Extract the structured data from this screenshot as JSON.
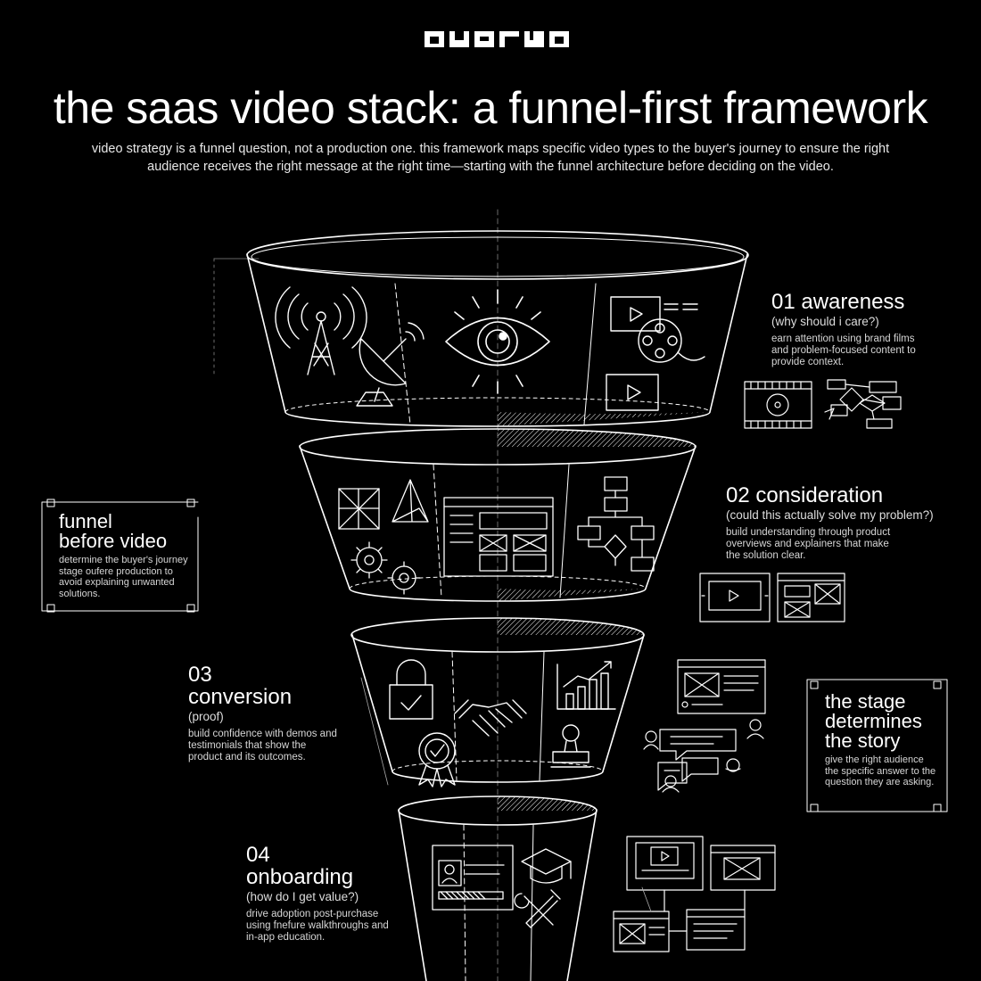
{
  "brand": "quarta",
  "title": "the saas video stack: a funnel-first framework",
  "subtitle": "video strategy is a funnel question, not a production one. this framework maps specific video types to the buyer's journey to ensure the right audience receives the right message at the right time—starting with the funnel architecture before deciding on the video.",
  "stages": [
    {
      "label": "01 awareness",
      "question": "(why should i care?)",
      "description": "earn attention using brand films and problem-focused content to provide context."
    },
    {
      "label": "02 consideration",
      "question": "(could this actually solve my problem?)",
      "description": "build understanding through product overviews and explainers that make the solution clear."
    },
    {
      "number": "03",
      "label": "conversion",
      "question": "(proof)",
      "description": "build confidence with demos and testimonials that show the product and its outcomes."
    },
    {
      "number": "04",
      "label": "onboarding",
      "question": "(how do I get value?)",
      "description": "drive adoption post-purchase using fnefure walkthroughs and in-app education."
    }
  ],
  "callouts": {
    "left": {
      "title_line1": "funnel",
      "title_line2": "before video",
      "body": "determine the buyer's journey stage oufere production to avoid explaining unwanted solutions."
    },
    "right": {
      "title_line1": "the stage",
      "title_line2": "determines",
      "title_line3": "the story",
      "body": "give the right audience the specific answer to the question they are asking."
    }
  },
  "colors": {
    "background": "#000000",
    "line": "#ffffff",
    "text": "#f2f2f2"
  },
  "icons": [
    "radio-tower-icon",
    "satellite-dish-icon",
    "eye-icon",
    "video-player-icon",
    "film-reel-icon",
    "wireframe-cube-icon",
    "pyramid-icon",
    "gears-icon",
    "app-window-icon",
    "flowchart-icon",
    "padlock-icon",
    "handshake-icon",
    "badge-icon",
    "growth-chart-icon",
    "stamp-icon",
    "chat-bubbles-icon",
    "user-profile-icon",
    "graduation-cap-icon",
    "tools-icon",
    "browser-window-icon"
  ]
}
